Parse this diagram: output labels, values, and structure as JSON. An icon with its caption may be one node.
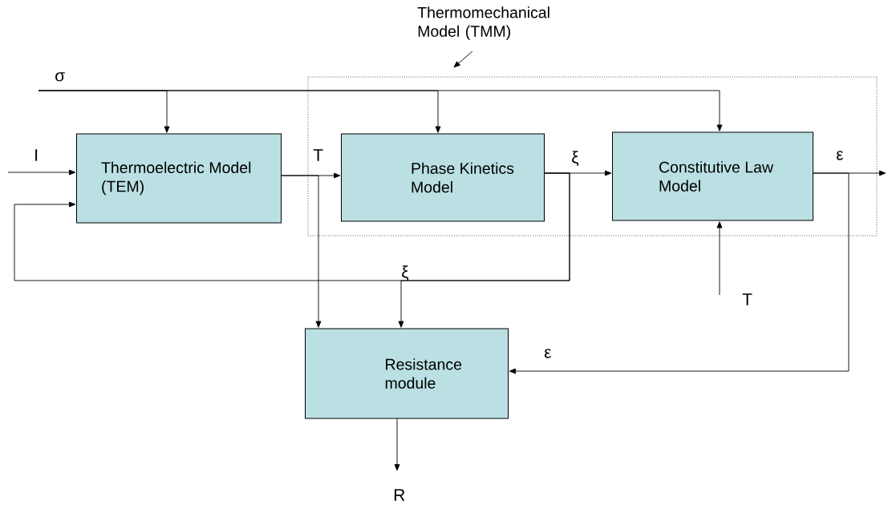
{
  "diagram": {
    "nodes": [
      {
        "text": [
          "Thermomechanical Model (TMM)"
        ]
      },
      {
        "text": [],
        "shape": "box"
      },
      {
        "text": [
          "Thermoelectric Model (TEM)"
        ]
      },
      {
        "text": [
          "Phase Kinetics Model"
        ],
        "in": 1
      },
      {
        "text": [
          "Constitutive Law Model"
        ],
        "in": 1
      },
      {
        "text": [
          "Resistance module"
        ]
      }
    ],
    "edges": [
      {
        "from": 0,
        "to": 1,
        "arrow": "to"
      },
      {
        "from": null,
        "to": 2,
        "arrow": "to"
      },
      {
        "from": null,
        "to": 3,
        "arrow": "to"
      },
      {
        "from": null,
        "to": 4,
        "arrow": "to"
      },
      {
        "from": null,
        "to": 2,
        "arrow": "to"
      },
      {
        "from": 2,
        "to": 3,
        "arrow": "to"
      },
      {
        "from": 2,
        "to": 5,
        "arrow": "to"
      },
      {
        "from": 3,
        "to": 4,
        "arrow": "to"
      },
      {
        "from": 3,
        "to": 2,
        "arrow": "to"
      },
      {
        "from": 3,
        "to": 5,
        "arrow": "to"
      },
      {
        "from": 4,
        "to": null,
        "arrow": "to"
      },
      {
        "from": 4,
        "to": 5,
        "arrow": "to"
      },
      {
        "from": null,
        "to": 4,
        "arrow": "to"
      },
      {
        "from": 5,
        "to": null,
        "arrow": "to"
      }
    ],
    "labels": [
      "σ",
      "I",
      "T",
      "ξ",
      "ε",
      "T",
      "ξ",
      "ε",
      "R"
    ]
  }
}
